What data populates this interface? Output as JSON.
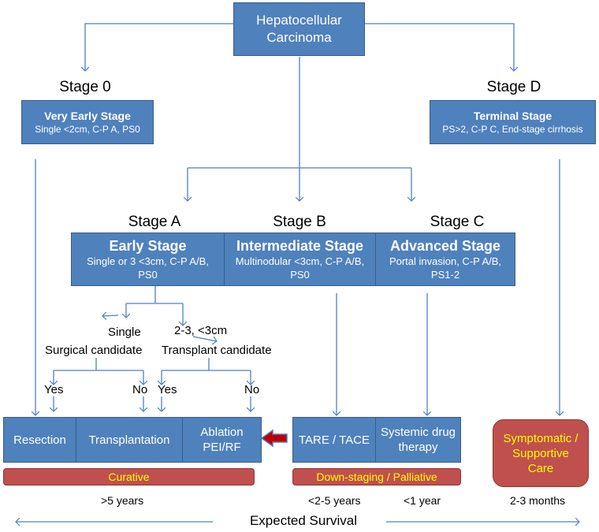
{
  "root": {
    "title": "Hepatocellular Carcinoma"
  },
  "stages": {
    "stage0": {
      "label": "Stage 0",
      "title": "Very Early Stage",
      "desc": "Single <2cm, C-P A, PS0"
    },
    "stageD": {
      "label": "Stage D",
      "title": "Terminal Stage",
      "desc": "PS>2, C-P C, End-stage cirrhosis"
    },
    "stageA": {
      "label": "Stage A",
      "title": "Early Stage",
      "desc": "Single or 3 <3cm, C-P A/B, PS0"
    },
    "stageB": {
      "label": "Stage B",
      "title": "Intermediate Stage",
      "desc": "Multinodular <3cm, C-P A/B, PS0"
    },
    "stageC": {
      "label": "Stage C",
      "title": "Advanced Stage",
      "desc": "Portal invasion, C-P A/B, PS1-2"
    }
  },
  "branches": {
    "single": "Single",
    "surgical": "Surgical candidate",
    "two_three": "2-3, <3cm",
    "transplant": "Transplant candidate",
    "yes1": "Yes",
    "no1": "No",
    "yes2": "Yes",
    "no2": "No"
  },
  "treatments": {
    "resection": "Resection",
    "transplantation": "Transplantation",
    "ablation": "Ablation PEI/RF",
    "tare": "TARE / TACE",
    "systemic": "Systemic drug therapy",
    "supportive": "Symptomatic / Supportive Care"
  },
  "categories": {
    "curative": "Curative",
    "palliative": "Down-staging / Palliative"
  },
  "survival": {
    "curative": ">5 years",
    "tare": "<2-5 years",
    "systemic": "<1 year",
    "supportive": "2-3 months",
    "axis_label": "Expected Survival"
  },
  "colors": {
    "box": "#4f81bd",
    "box_border": "#385d8a",
    "bar": "#c0504d",
    "bar_text": "#ffff00",
    "arrow": "#4f81bd",
    "big_arrow": "#c00000"
  }
}
